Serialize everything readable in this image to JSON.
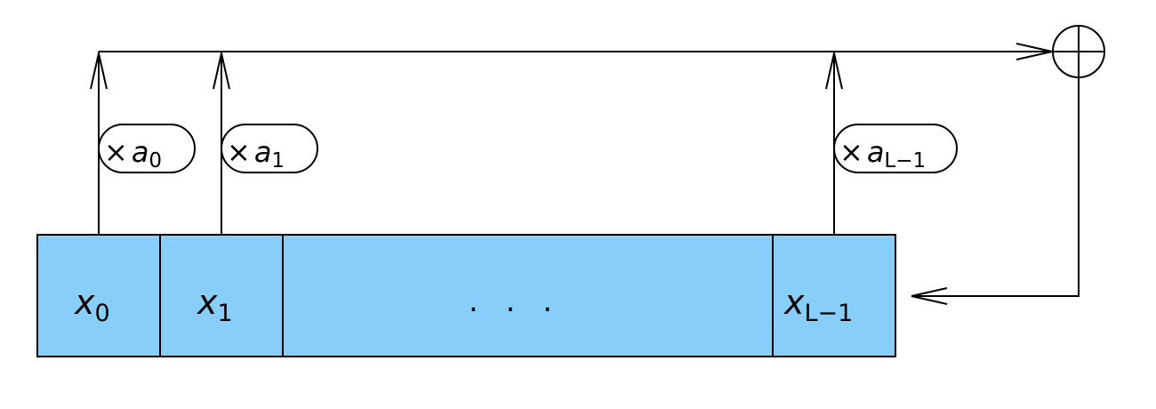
{
  "register": {
    "cells": [
      {
        "var": "x",
        "sub": "0"
      },
      {
        "var": "x",
        "sub": "1"
      },
      {
        "ellipsis": ". . ."
      },
      {
        "var": "x",
        "sub": "L−1"
      }
    ]
  },
  "coefficients": [
    {
      "times": "×",
      "var": "a",
      "sub": "0"
    },
    {
      "times": "×",
      "var": "a",
      "sub": "1"
    },
    {
      "times": "×",
      "var": "a",
      "sub": "L−1"
    }
  ],
  "adder": {
    "symbol": "⊕"
  },
  "colors": {
    "cell_fill": "#87cefa",
    "line": "#000000",
    "background": "#ffffff"
  }
}
